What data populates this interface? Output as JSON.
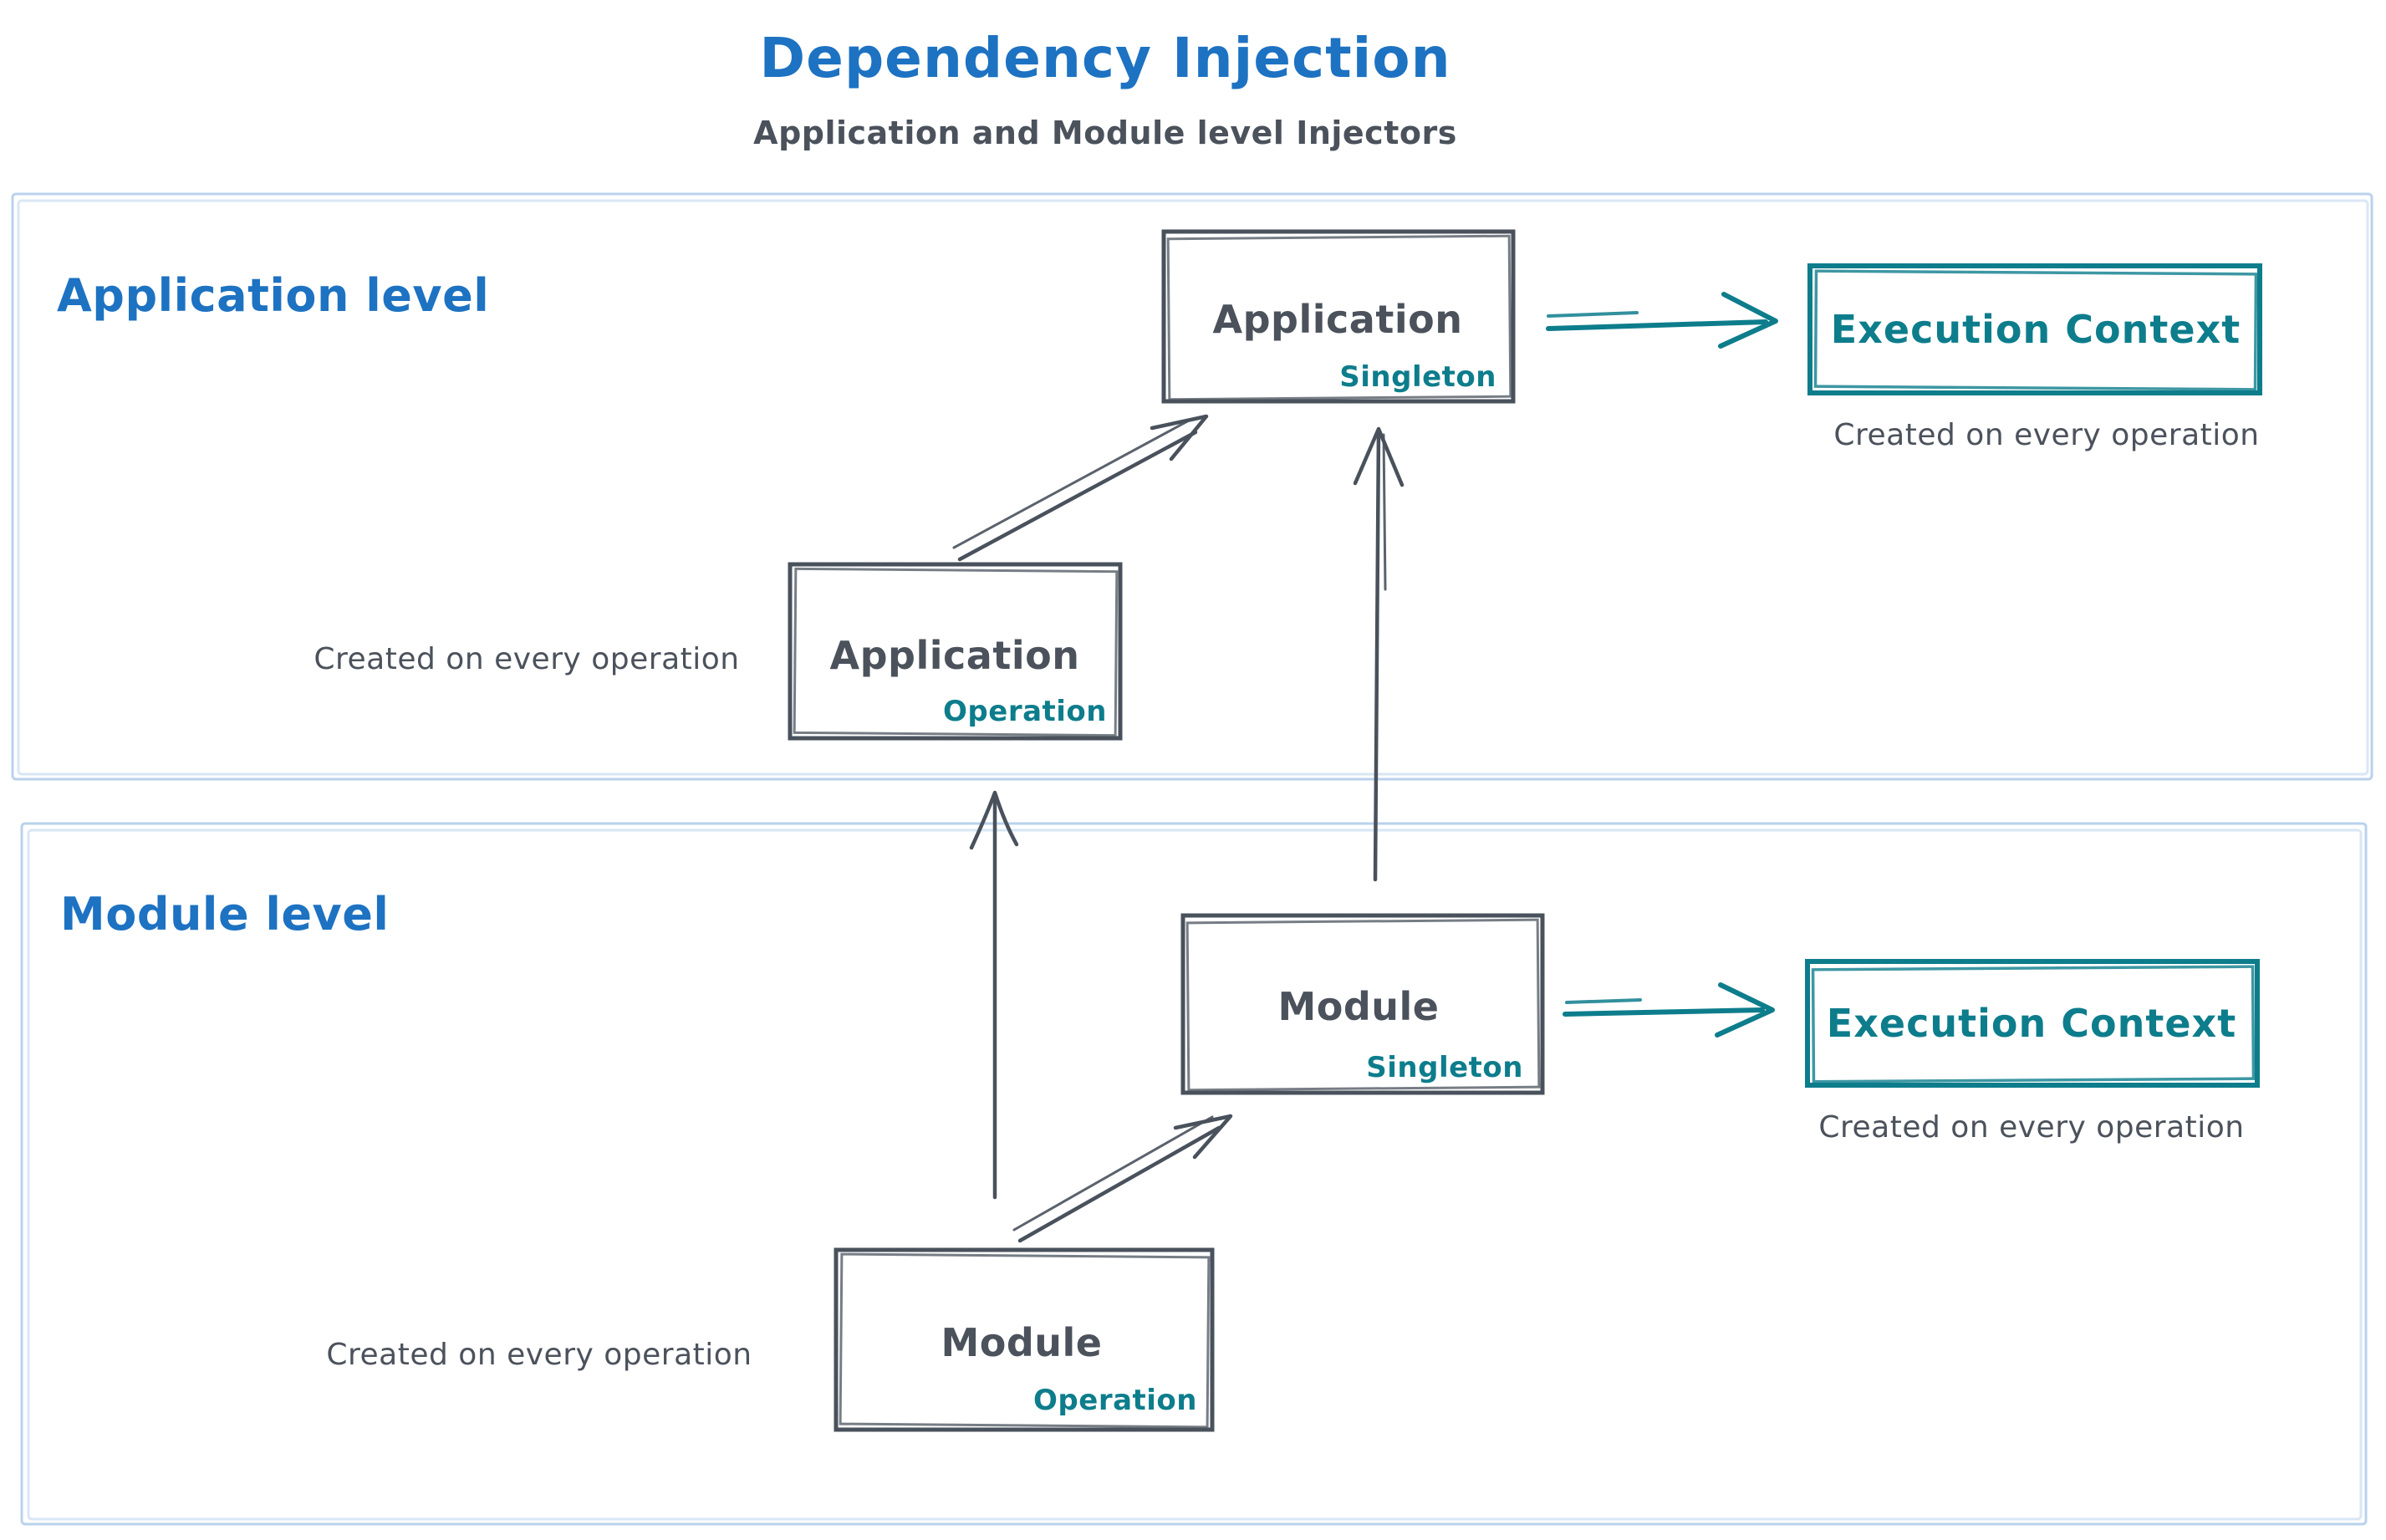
{
  "title": "Dependency Injection",
  "subtitle": "Application and Module level Injectors",
  "colors": {
    "accent_blue": "#1d72c2",
    "teal": "#0d7d8c",
    "dark_stroke": "#49515c",
    "container_border": "#b9d2ec",
    "background": "#ffffff"
  },
  "sections": {
    "application": {
      "label": "Application level"
    },
    "module": {
      "label": "Module level"
    }
  },
  "boxes": {
    "app_singleton": {
      "title": "Application",
      "scope": "Singleton"
    },
    "app_operation": {
      "title": "Application",
      "scope": "Operation"
    },
    "module_singleton": {
      "title": "Module",
      "scope": "Singleton"
    },
    "module_operation": {
      "title": "Module",
      "scope": "Operation"
    },
    "execution_context_app": {
      "title": "Execution Context",
      "caption": "Created on every operation"
    },
    "execution_context_module": {
      "title": "Execution Context",
      "caption": "Created on every operation"
    }
  },
  "notes": {
    "app_operation_note": "Created on every operation",
    "module_operation_note": "Created on every operation"
  }
}
